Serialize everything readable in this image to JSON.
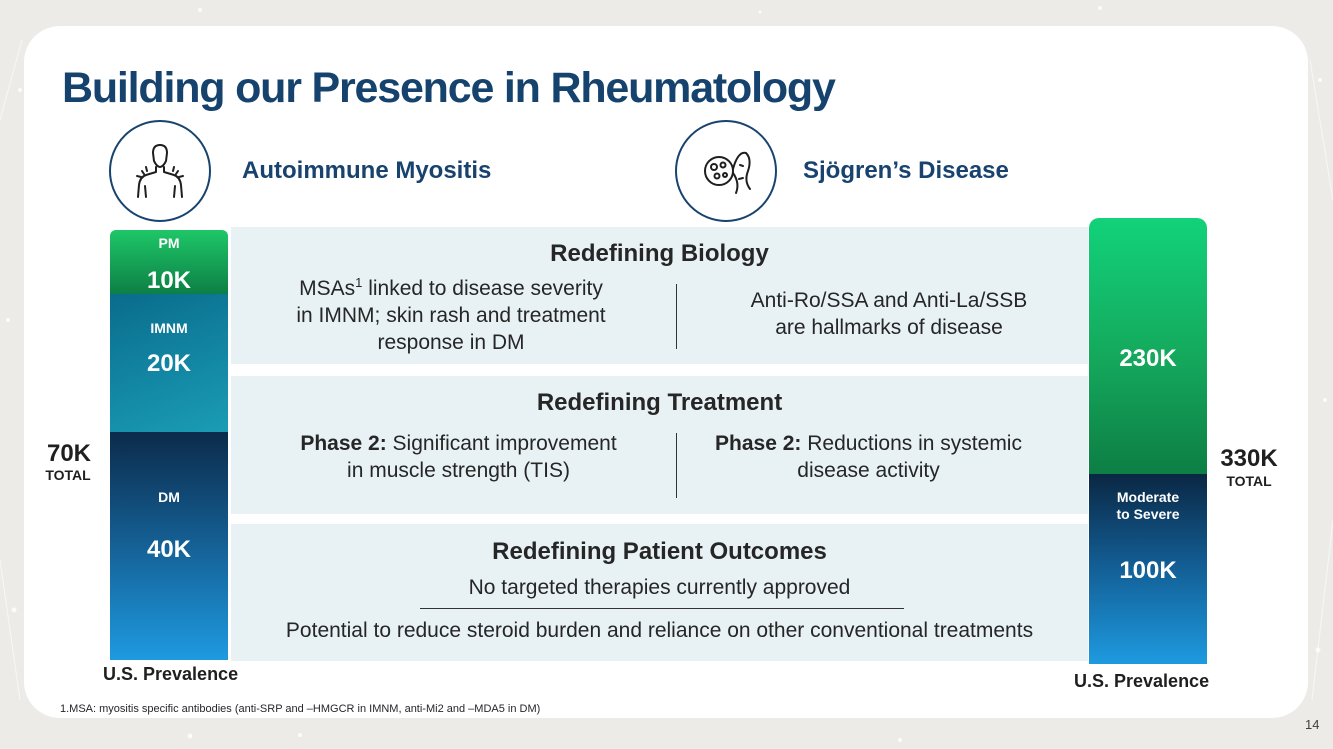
{
  "title": "Building our Presence in Rheumatology",
  "headers": {
    "left": {
      "label": "Autoimmune Myositis",
      "icon": "myositis-person-icon"
    },
    "right": {
      "label": "Sjögren’s Disease",
      "icon": "salivary-gland-icon"
    }
  },
  "left_bar": {
    "segments": [
      {
        "label": "PM",
        "value": "10K",
        "count": 10000,
        "color": "#12a155"
      },
      {
        "label": "IMNM",
        "value": "20K",
        "count": 20000,
        "color": "#127f9d"
      },
      {
        "label": "DM",
        "value": "40K",
        "count": 40000,
        "color": "#1b93d6"
      }
    ],
    "total_value": "70K",
    "total_label": "TOTAL",
    "caption": "U.S. Prevalence"
  },
  "right_bar": {
    "segments": [
      {
        "label": "",
        "value": "230K",
        "count": 230000,
        "color": "#18b566"
      },
      {
        "label_line1": "Moderate",
        "label_line2": "to Severe",
        "value": "100K",
        "count": 100000,
        "color": "#1b93d6"
      }
    ],
    "total_value": "330K",
    "total_label": "TOTAL",
    "caption": "U.S. Prevalence"
  },
  "panels": {
    "biology": {
      "heading": "Redefining Biology",
      "left_pre": "MSAs",
      "left_sup": "1",
      "left_line1_rest": " linked to disease severity",
      "left_line2": "in IMNM; skin rash and treatment",
      "left_line3": "response in DM",
      "right_line1": "Anti-Ro/SSA and Anti-La/SSB",
      "right_line2": "are hallmarks of disease"
    },
    "treatment": {
      "heading": "Redefining Treatment",
      "left_bold": "Phase 2:",
      "left_line1_rest": " Significant improvement",
      "left_line2": "in muscle strength (TIS)",
      "right_bold": "Phase 2:",
      "right_line1_rest": " Reductions in systemic",
      "right_line2": "disease activity"
    },
    "outcomes": {
      "heading": "Redefining Patient Outcomes",
      "line1": "No targeted therapies currently approved",
      "line2": "Potential to reduce steroid burden and reliance on other conventional treatments"
    }
  },
  "footnote": "1.MSA: myositis specific antibodies (anti-SRP and –HMGCR in IMNM, anti-Mi2 and –MDA5 in DM)",
  "page_number": "14"
}
